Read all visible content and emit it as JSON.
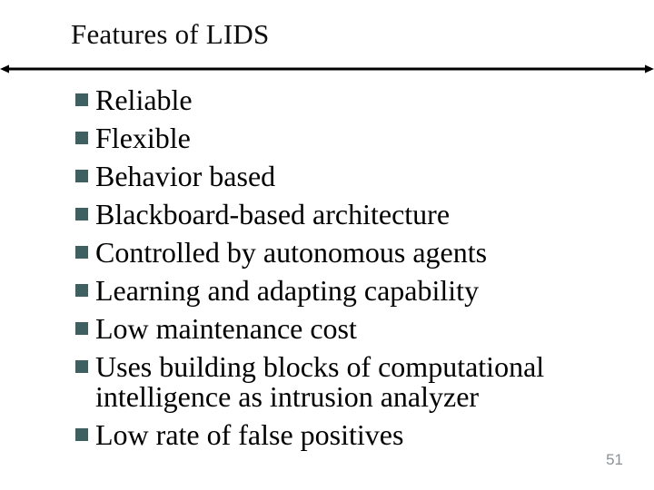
{
  "slide": {
    "title": "Features of LIDS",
    "bullets": [
      "Reliable",
      "Flexible",
      "Behavior based",
      "Blackboard-based architecture",
      "Controlled by autonomous agents",
      "Learning and adapting capability",
      "Low maintenance cost",
      "Uses building blocks of computational intelligence as intrusion analyzer",
      "Low rate of false positives"
    ],
    "page_number": "51",
    "colors": {
      "bullet_square": "#3e6060",
      "body_text": "#000000",
      "title_text": "#0d0d0d",
      "divider_line": "#000000",
      "page_number": "#8a9298",
      "background": "#ffffff"
    }
  }
}
